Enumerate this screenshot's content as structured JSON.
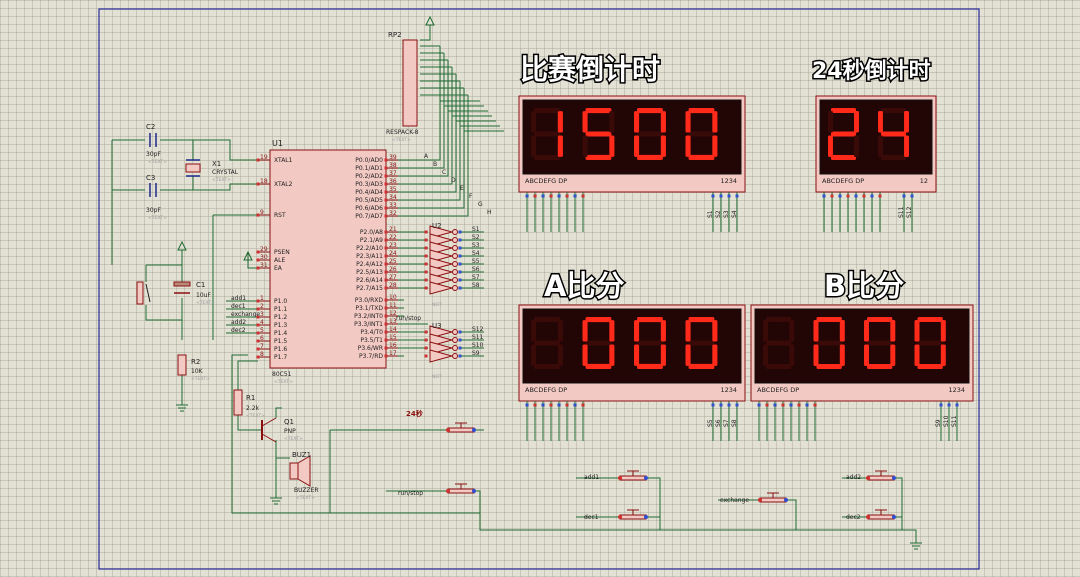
{
  "headings": {
    "countdown": "比赛倒计时",
    "shot_clock": "24秒倒计时",
    "score_a": "A比分",
    "score_b": "B比分"
  },
  "displays": {
    "countdown": {
      "value": "1500",
      "pins": "ABCDEFG DP",
      "digits": "1234",
      "selects": [
        "S1",
        "S2",
        "S3",
        "S4"
      ]
    },
    "shot_clock": {
      "value": "24",
      "pins": "ABCDEFG DP",
      "digits": "12",
      "selects": [
        "S11",
        "S12"
      ]
    },
    "score_a": {
      "value": "000",
      "pins": "ABCDEFG DP",
      "digits": "1234",
      "selects": [
        "S5",
        "S6",
        "S7",
        "S8"
      ]
    },
    "score_b": {
      "value": "000",
      "pins": "ABCDEFG DP",
      "digits": "1234",
      "selects": [
        "S9",
        "S10",
        "S11"
      ]
    }
  },
  "mcu": {
    "ref": "U1",
    "part": "80C51",
    "text": "<TEXT>",
    "left_pins": [
      {
        "num": "19",
        "name": "XTAL1"
      },
      {
        "num": "18",
        "name": "XTAL2"
      },
      {
        "num": "9",
        "name": "RST"
      },
      {
        "num": "29",
        "name": "PSEN"
      },
      {
        "num": "30",
        "name": "ALE"
      },
      {
        "num": "31",
        "name": "EA"
      },
      {
        "num": "1",
        "name": "P1.0"
      },
      {
        "num": "2",
        "name": "P1.1"
      },
      {
        "num": "3",
        "name": "P1.2"
      },
      {
        "num": "4",
        "name": "P1.3"
      },
      {
        "num": "5",
        "name": "P1.4"
      },
      {
        "num": "6",
        "name": "P1.5"
      },
      {
        "num": "7",
        "name": "P1.6"
      },
      {
        "num": "8",
        "name": "P1.7"
      }
    ],
    "right_pins": [
      {
        "num": "39",
        "name": "P0.0/AD0"
      },
      {
        "num": "38",
        "name": "P0.1/AD1"
      },
      {
        "num": "37",
        "name": "P0.2/AD2"
      },
      {
        "num": "36",
        "name": "P0.3/AD3"
      },
      {
        "num": "35",
        "name": "P0.4/AD4"
      },
      {
        "num": "34",
        "name": "P0.5/AD5"
      },
      {
        "num": "33",
        "name": "P0.6/AD6"
      },
      {
        "num": "32",
        "name": "P0.7/AD7"
      },
      {
        "num": "21",
        "name": "P2.0/A8"
      },
      {
        "num": "22",
        "name": "P2.1/A9"
      },
      {
        "num": "23",
        "name": "P2.2/A10"
      },
      {
        "num": "24",
        "name": "P2.3/A11"
      },
      {
        "num": "25",
        "name": "P2.4/A12"
      },
      {
        "num": "26",
        "name": "P2.5/A13"
      },
      {
        "num": "27",
        "name": "P2.6/A14"
      },
      {
        "num": "28",
        "name": "P2.7/A15"
      },
      {
        "num": "10",
        "name": "P3.0/RXD"
      },
      {
        "num": "11",
        "name": "P3.1/TXD"
      },
      {
        "num": "12",
        "name": "P3.2/INT0"
      },
      {
        "num": "13",
        "name": "P3.3/INT1"
      },
      {
        "num": "14",
        "name": "P3.4/T0"
      },
      {
        "num": "15",
        "name": "P3.5/T1"
      },
      {
        "num": "16",
        "name": "P3.6/WR"
      },
      {
        "num": "17",
        "name": "P3.7/RD"
      }
    ]
  },
  "p0_nets": [
    "A",
    "B",
    "C",
    "D",
    "E",
    "F",
    "G",
    "H"
  ],
  "p1_nets": [
    "add1",
    "dec1",
    "exchange",
    "add2",
    "dec2"
  ],
  "p3_net": "run/stop",
  "u2_outputs": [
    "S1",
    "S2",
    "S3",
    "S4",
    "S5",
    "S6",
    "S7",
    "S8"
  ],
  "u3_outputs": [
    "S12",
    "S11",
    "S10",
    "S9"
  ],
  "gate_label": "NOT",
  "components": {
    "rp2": {
      "ref": "RP2",
      "part": "RESPACK-8",
      "text": "<TEXT>"
    },
    "u2": {
      "ref": "U2"
    },
    "u3": {
      "ref": "U3"
    },
    "c2": {
      "ref": "C2",
      "value": "30pF",
      "text": "<TEXT>"
    },
    "c3": {
      "ref": "C3",
      "value": "30pF",
      "text": "<TEXT>"
    },
    "x1": {
      "ref": "X1",
      "part": "CRYSTAL",
      "text": "<TEXT>"
    },
    "c1": {
      "ref": "C1",
      "value": "10uF",
      "text": "<TEXT>"
    },
    "r2": {
      "ref": "R2",
      "value": "10K",
      "text": "<TEXT>"
    },
    "r1": {
      "ref": "R1",
      "value": "2.2k",
      "text": "<TEXT>"
    },
    "q1": {
      "ref": "Q1",
      "part": "PNP",
      "text": "<TEXT>"
    },
    "buz1": {
      "ref": "BUZ1",
      "part": "BUZZER",
      "text": "<TEXT>"
    }
  },
  "buttons": {
    "shot": "24秒",
    "run_stop": "run/stop",
    "add1": "add1",
    "dec1": "dec1",
    "exchange": "exchange",
    "add2": "add2",
    "dec2": "dec2"
  },
  "colors": {
    "wire": "#1e6b32",
    "body": "#f2c9c3",
    "outline": "#8a1010",
    "segment_on": "#ff2a1a",
    "display_bg": "#220505"
  }
}
